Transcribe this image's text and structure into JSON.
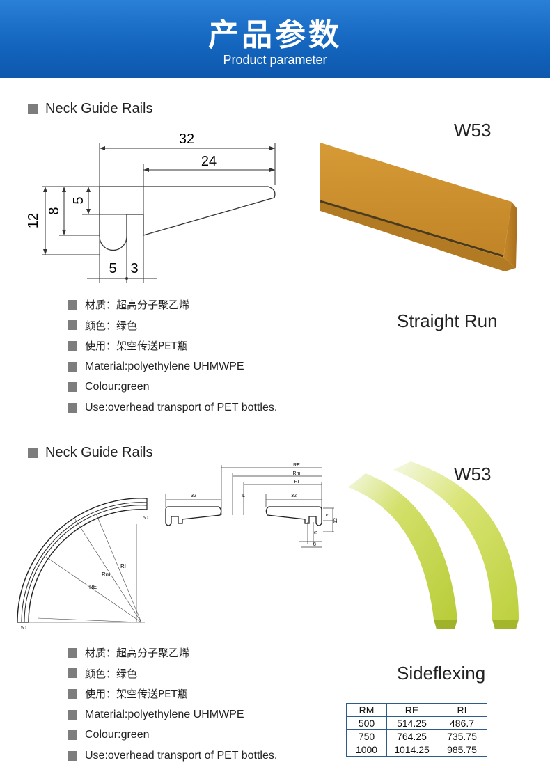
{
  "header": {
    "title_cn": "产品参数",
    "title_en": "Product parameter"
  },
  "section1": {
    "heading": "Neck Guide Rails",
    "model": "W53",
    "run_label": "Straight Run",
    "dims": {
      "width_total": "32",
      "width_top": "24",
      "height_total": "12",
      "height_mid": "8",
      "height_small": "5",
      "bottom_left": "5",
      "bottom_right": "3"
    },
    "specs": [
      "材质：超高分子聚乙烯",
      "颜色：绿色",
      "使用：架空传送PET瓶",
      "Material:polyethylene UHMWPE",
      "Colour:green",
      "Use:overhead transport of PET bottles."
    ],
    "colors": {
      "rail": "#c9892a",
      "rail_dark": "#a8711e"
    }
  },
  "section2": {
    "heading": "Neck Guide Rails",
    "model": "W53",
    "run_label": "Sideflexing",
    "drawing": {
      "dim_50": "50",
      "label_ri": "RI",
      "label_rm": "Rm",
      "label_re": "RE",
      "dim_32a": "32",
      "dim_32b": "32",
      "dim_l": "L",
      "dim_5": "5",
      "dim_12": "12",
      "dim_8": "8"
    },
    "specs": [
      "材质：超高分子聚乙烯",
      "颜色：绿色",
      "使用：架空传送PET瓶",
      "Material:polyethylene UHMWPE",
      "Colour:green",
      "Use:overhead transport of PET bottles."
    ],
    "table": {
      "headers": [
        "RM",
        "RE",
        "RI"
      ],
      "rows": [
        [
          "500",
          "514.25",
          "486.7"
        ],
        [
          "750",
          "764.25",
          "735.75"
        ],
        [
          "1000",
          "1014.25",
          "985.75"
        ]
      ]
    },
    "colors": {
      "flex": "#c6d94a",
      "flex_dark": "#9cb02c"
    }
  }
}
